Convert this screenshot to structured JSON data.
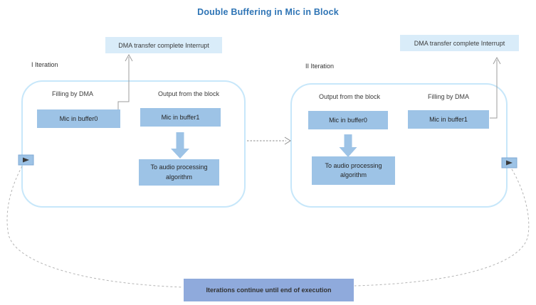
{
  "title": "Double Buffering in Mic in Block",
  "iterations": [
    {
      "label": "I Iteration",
      "interrupt_label": "DMA transfer complete Interrupt",
      "sections": [
        {
          "label": "Filling by DMA",
          "buffer": "Mic in buffer0"
        },
        {
          "label": "Output from the block",
          "buffer": "Mic in buffer1"
        }
      ],
      "processing_label": "To audio processing algorithm"
    },
    {
      "label": "II Iteration",
      "interrupt_label": "DMA transfer complete Interrupt",
      "sections": [
        {
          "label": "Output from the block",
          "buffer": "Mic in buffer0"
        },
        {
          "label": "Filling by DMA",
          "buffer": "Mic in buffer1"
        }
      ],
      "processing_label": "To audio processing algorithm"
    }
  ],
  "footer_label": "Iterations continue until end of execution",
  "colors": {
    "title-color": "#2E74B5",
    "interrupt-bg": "#D9ECF9",
    "container-border": "#C7E7FA",
    "box-bg": "#9DC3E6",
    "footer-bg": "#8FAADC",
    "arrow-gray": "#9c9c9c",
    "dash-gray": "#b5b5b5"
  }
}
